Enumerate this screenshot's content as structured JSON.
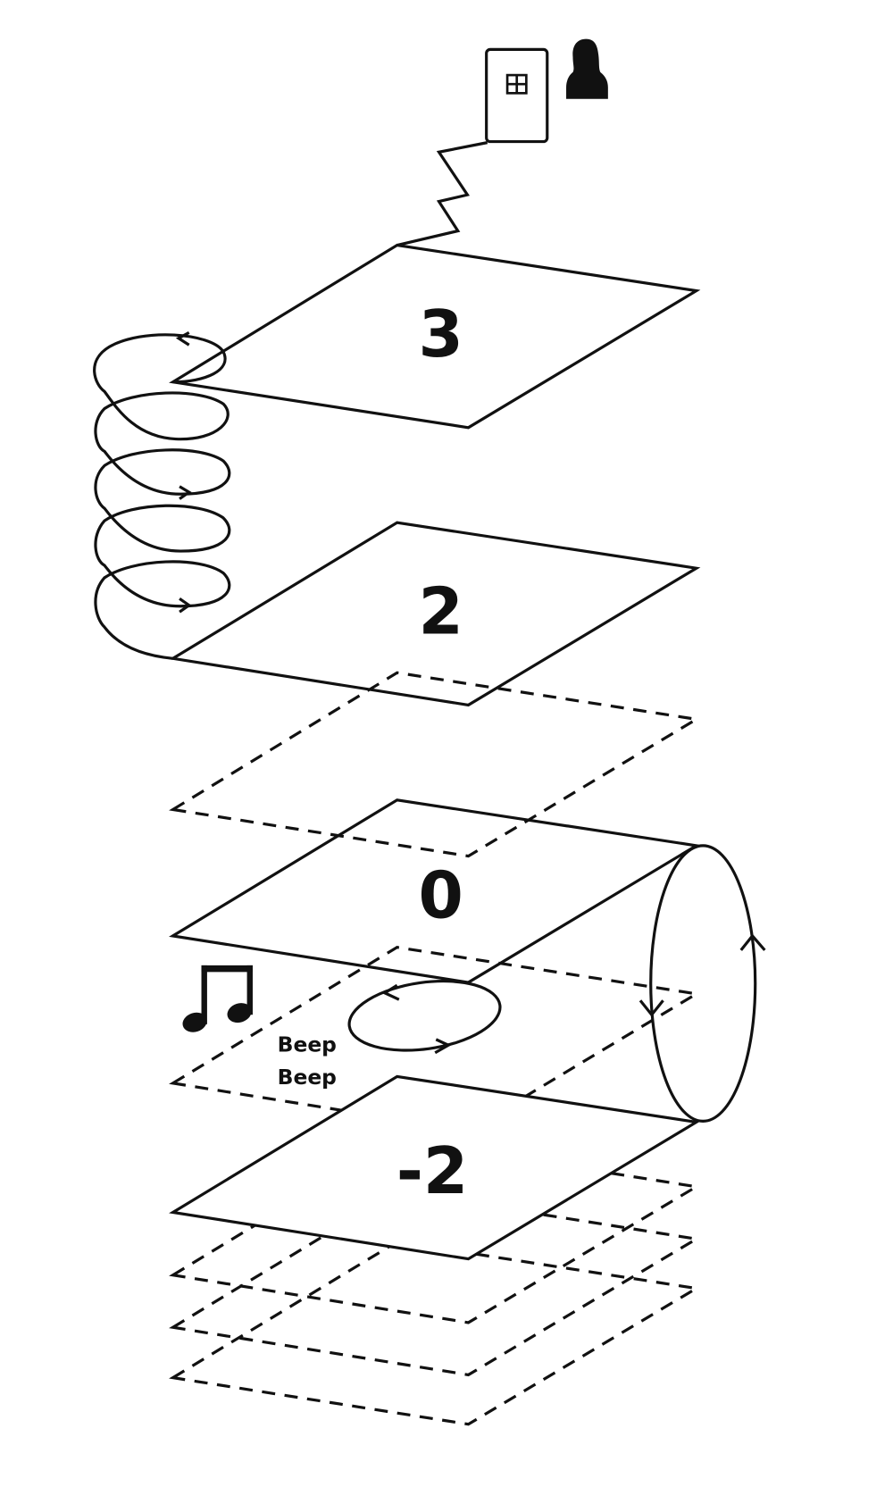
{
  "diagram": {
    "type": "elevator-levels-diagram",
    "levels": [
      {
        "id": "level-3",
        "label": "3",
        "style": "solid"
      },
      {
        "id": "level-2",
        "label": "2",
        "style": "solid"
      },
      {
        "id": "level-1",
        "label": "",
        "style": "dashed"
      },
      {
        "id": "level-0",
        "label": "0",
        "style": "solid"
      },
      {
        "id": "level-minus-1",
        "label": "",
        "style": "dashed"
      },
      {
        "id": "level-minus-2",
        "label": "-2",
        "style": "solid"
      },
      {
        "id": "level-minus-3",
        "label": "",
        "style": "dashed"
      },
      {
        "id": "level-minus-4",
        "label": "",
        "style": "dashed"
      },
      {
        "id": "level-minus-5",
        "label": "",
        "style": "dashed"
      }
    ],
    "icons": {
      "door": "door-icon",
      "person": "person-silhouette-icon",
      "music": "music-note-icon"
    },
    "sound_text": [
      "Beep",
      "Beep"
    ],
    "connections": [
      {
        "from": "door",
        "to": "level-3",
        "kind": "zigzag-wire"
      },
      {
        "from": "level-3",
        "to": "level-2",
        "kind": "helix-loop",
        "direction": "downward-spiral"
      },
      {
        "from": "level-0",
        "to": "level-minus-2",
        "kind": "cylinder-loop"
      },
      {
        "at": "level-minus-1",
        "kind": "small-loop",
        "note": "beep"
      }
    ],
    "colors": {
      "ink": "#111111",
      "background": "#ffffff"
    }
  }
}
